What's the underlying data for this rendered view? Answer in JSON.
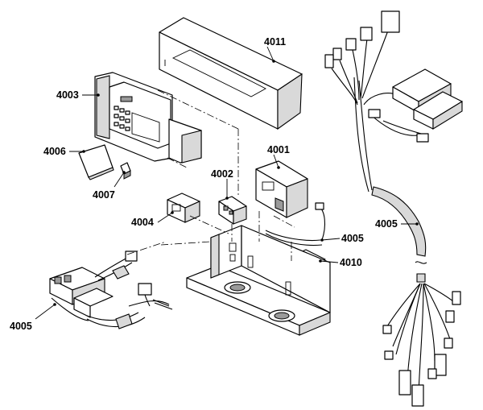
{
  "labels": {
    "p4011": "4011",
    "p4003": "4003",
    "p4006": "4006",
    "p4007": "4007",
    "p4002": "4002",
    "p4001": "4001",
    "p4004": "4004",
    "p4005_right": "4005",
    "p4005_mid": "4005",
    "p4010": "4010",
    "p4005_left": "4005"
  }
}
